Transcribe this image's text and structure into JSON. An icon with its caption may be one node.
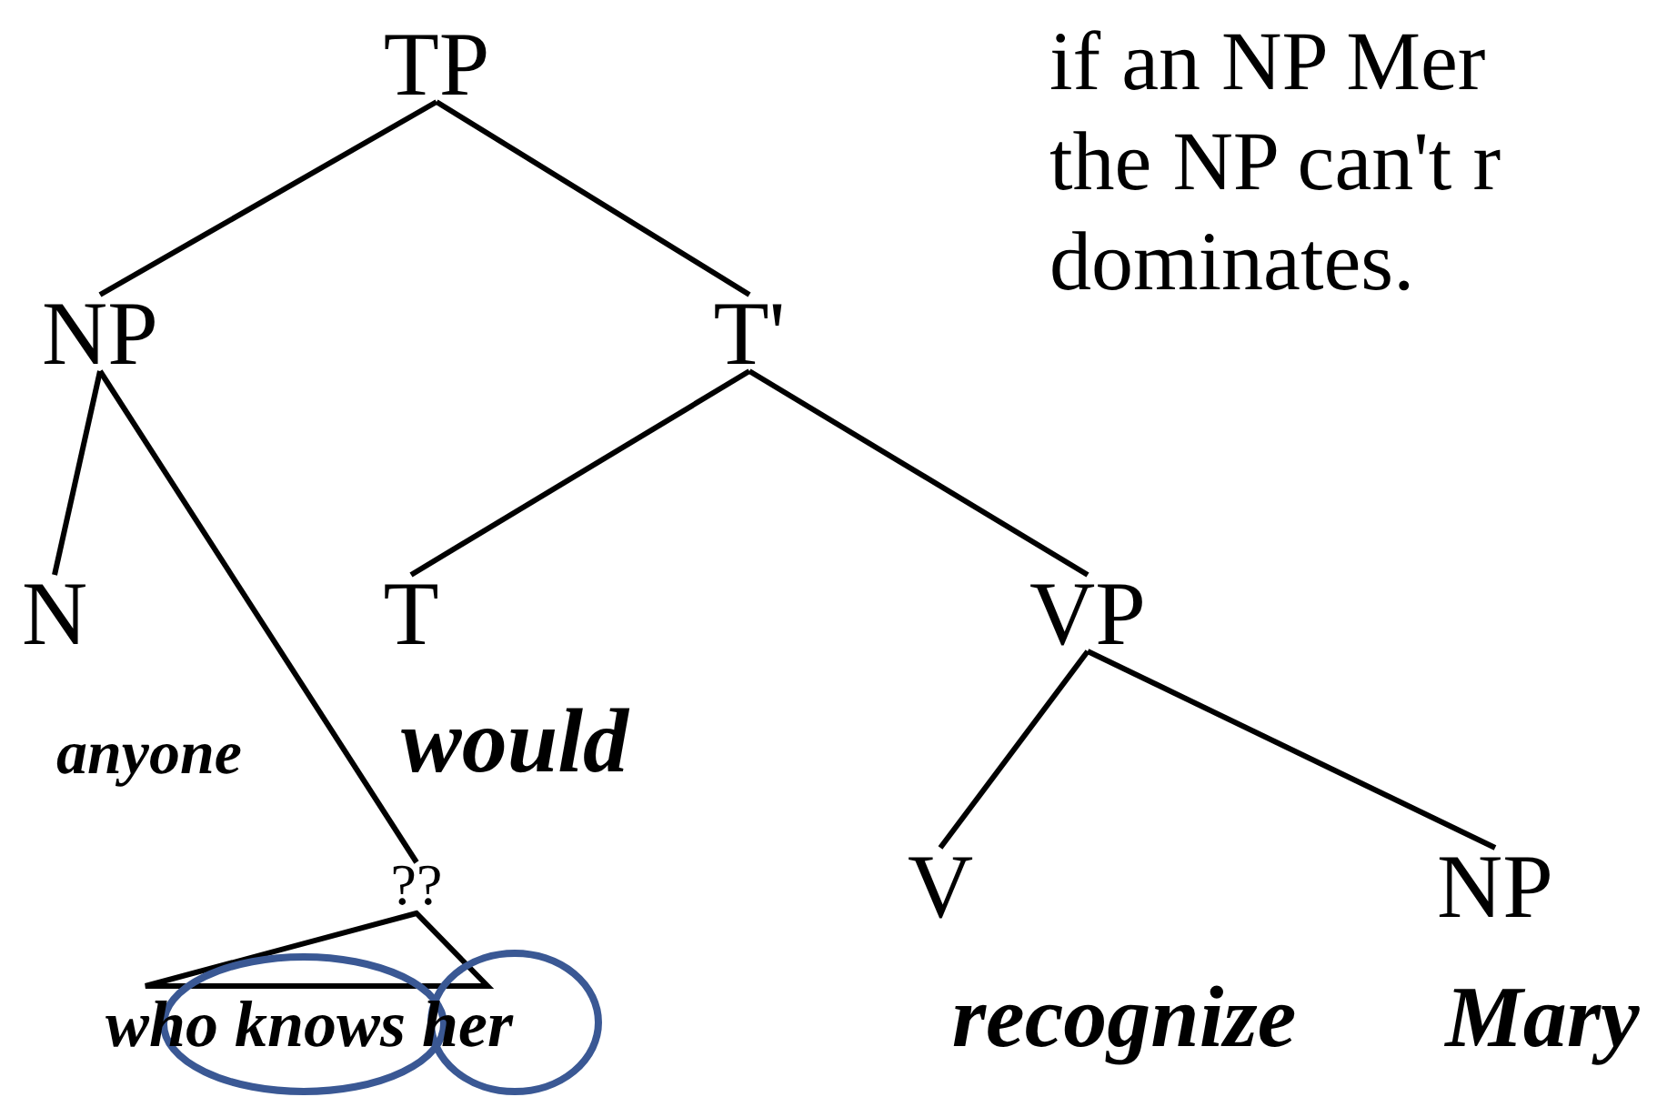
{
  "diagram": {
    "nodes": [
      {
        "text": [
          "TP"
        ]
      },
      {
        "text": [
          "NP"
        ]
      },
      {
        "text": [
          "T'"
        ]
      },
      {
        "text": [
          "N"
        ],
        "beside": [
          "anyone"
        ]
      },
      {
        "text": [
          "T"
        ],
        "beside": [
          "would"
        ]
      },
      {
        "text": [
          "VP"
        ]
      },
      {
        "text": [
          "??"
        ]
      },
      {
        "text": [
          "V"
        ],
        "beside": [
          "recognize"
        ]
      },
      {
        "text": [
          "NP"
        ],
        "beside": [
          "Mary"
        ]
      },
      {
        "text": [
          "who knows her"
        ]
      }
    ],
    "edges": [
      {
        "from": 0,
        "to": 1,
        "arrow": "none"
      },
      {
        "from": 0,
        "to": 2,
        "arrow": "none"
      },
      {
        "from": 1,
        "to": 3,
        "arrow": "none"
      },
      {
        "from": 1,
        "to": 6,
        "arrow": "none"
      },
      {
        "from": 2,
        "to": 4,
        "arrow": "none"
      },
      {
        "from": 2,
        "to": 5,
        "arrow": "none"
      },
      {
        "from": 5,
        "to": 7,
        "arrow": "none"
      },
      {
        "from": 5,
        "to": 8,
        "arrow": "none"
      },
      {
        "from": 6,
        "to": 9,
        "arrow": "none"
      }
    ],
    "labels": [
      "if an NP Mer the NP can't r dominates."
    ]
  }
}
